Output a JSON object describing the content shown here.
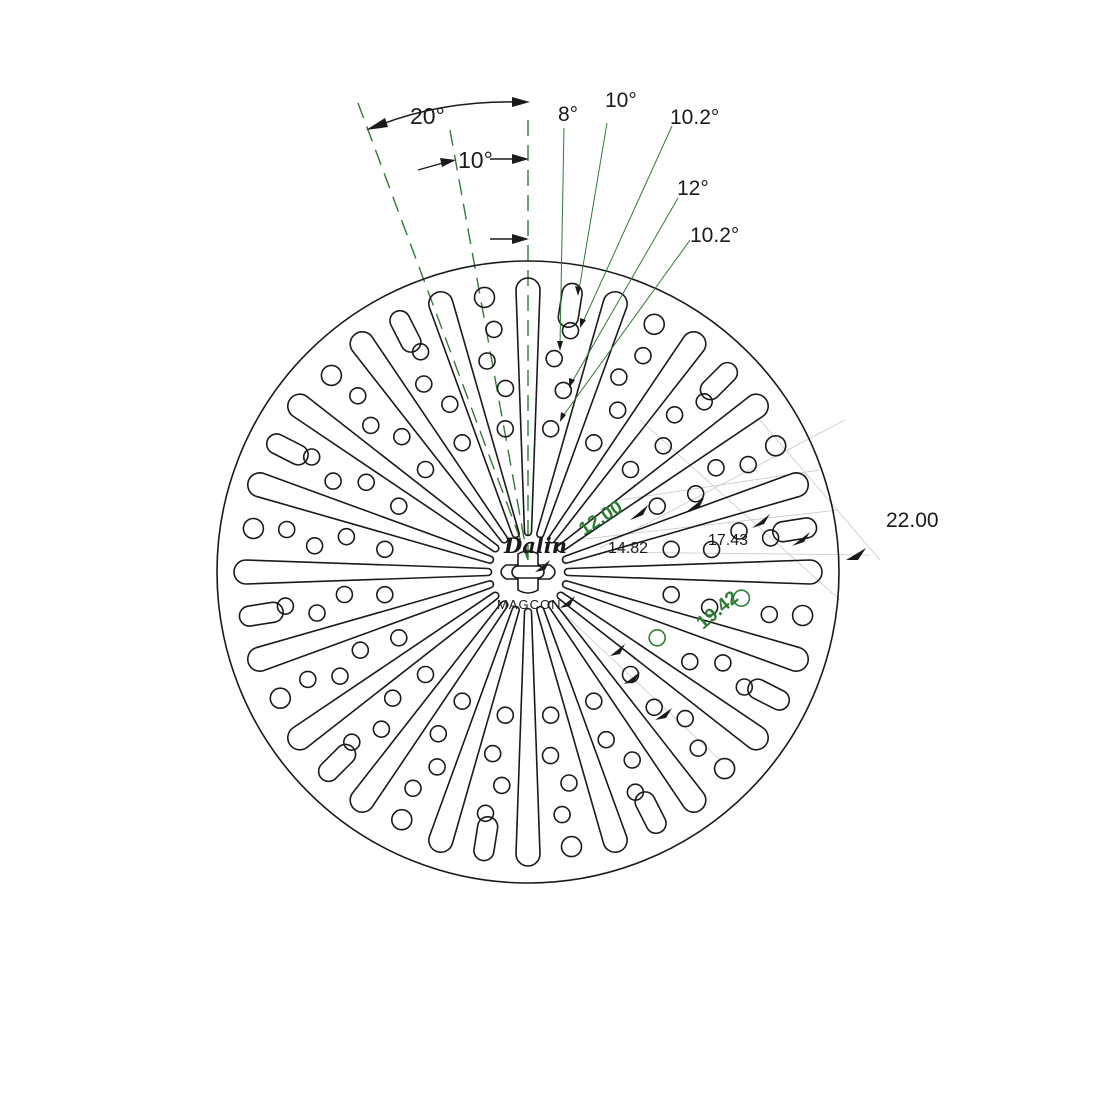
{
  "angle_labels": {
    "a20": "20°",
    "a10_left": "10°",
    "a8": "8°",
    "a10_right": "10°",
    "a10_2_top": "10.2°",
    "a12": "12°",
    "a10_2_bottom": "10.2°"
  },
  "dimensions": {
    "d12": "12.00",
    "d14": "14.82",
    "d17": "17.43",
    "d19": "19.42",
    "d22": "22.00"
  },
  "brand": {
    "logo_script": "Dalin",
    "name": "MAGCON"
  },
  "colors": {
    "line": "#1a1a1a",
    "dimension_green": "#2e7d32",
    "extension_gray": "#c8c8c8"
  }
}
